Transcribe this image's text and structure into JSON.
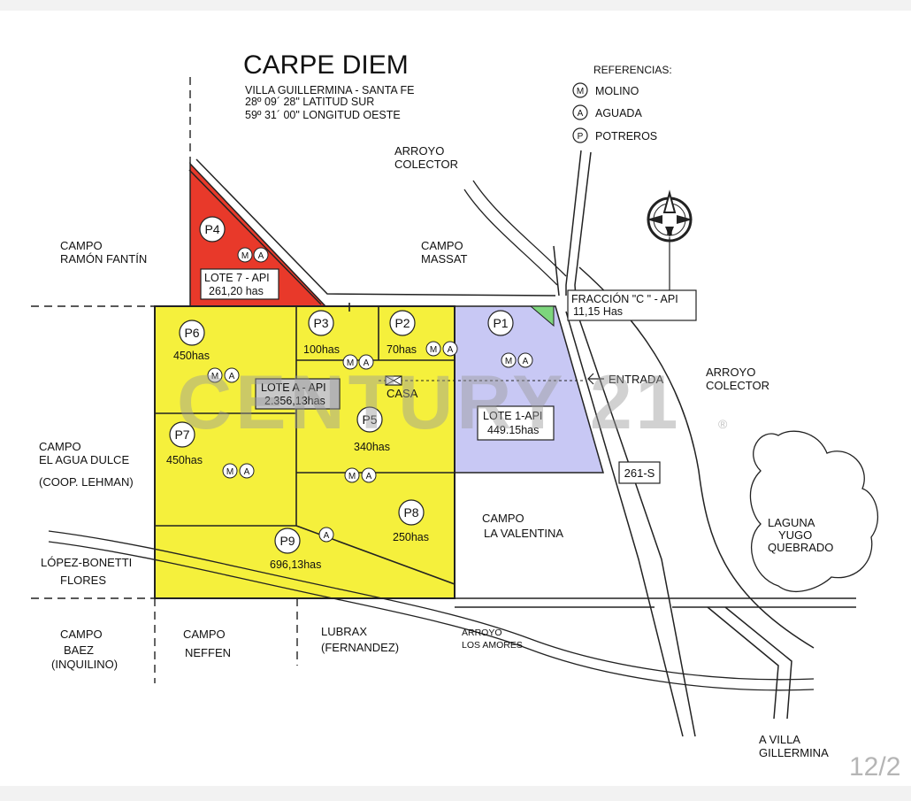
{
  "title": "CARPE DIEM",
  "location": {
    "line1": "VILLA GUILLERMINA - SANTA FE",
    "line2": "28º 09´ 28\"  LATITUD SUR",
    "line3": "59º 31´ 00\"  LONGITUD OESTE"
  },
  "references": {
    "heading": "REFERENCIAS:",
    "items": [
      {
        "symbol": "M",
        "label": "MOLINO"
      },
      {
        "symbol": "A",
        "label": "AGUADA"
      },
      {
        "symbol": "P",
        "label": "POTREROS"
      }
    ]
  },
  "compass_letter": "N",
  "watermark": "CENTURY 21",
  "watermark_mark": "®",
  "page_counter": "12/2",
  "colors": {
    "red_lot": "#e8392a",
    "yellow_lot": "#f5f03c",
    "blue_lot": "#c8c8f4",
    "green_lot": "#7dd67d"
  },
  "neighbors": {
    "ramon_fantin": [
      "CAMPO",
      "RAMÓN FANTÍN"
    ],
    "massat": [
      "CAMPO",
      "MASSAT"
    ],
    "agua_dulce": [
      "CAMPO",
      "EL AGUA DULCE",
      "(COOP. LEHMAN)"
    ],
    "lopez": [
      "LÓPEZ-BONETTI",
      "FLORES"
    ],
    "baez": [
      "CAMPO",
      "BAEZ",
      "(INQUILINO)"
    ],
    "neffen": [
      "CAMPO",
      "NEFFEN"
    ],
    "lubrax": [
      "LUBRAX",
      "(FERNANDEZ)"
    ],
    "valentina": [
      "CAMPO",
      "LA VALENTINA"
    ],
    "laguna": [
      "LAGUNA",
      "YUGO",
      "QUEBRADO"
    ],
    "villa": [
      "A VILLA",
      "GILLERMINA"
    ]
  },
  "waterways": {
    "arroyo_top": [
      "ARROYO",
      "COLECTOR"
    ],
    "arroyo_right": [
      "ARROYO",
      "COLECTOR"
    ],
    "amores": [
      "ARROYO",
      "LOS AMORES"
    ]
  },
  "road_label": "261-S",
  "entrance_label": "ENTRADA",
  "house_label": "CASA",
  "lots": {
    "lote7": [
      "LOTE 7 - API",
      "261,20 has"
    ],
    "loteA": [
      "LOTE A - API",
      "2.356,13has"
    ],
    "lote1": [
      "LOTE 1-API",
      "449.15has"
    ],
    "fraccionC": [
      "FRACCIÓN \"C \" - API",
      "11,15 Has"
    ]
  },
  "paddocks": [
    {
      "id": "P4",
      "area": ""
    },
    {
      "id": "P6",
      "area": "450has"
    },
    {
      "id": "P3",
      "area": "100has"
    },
    {
      "id": "P2",
      "area": "70has"
    },
    {
      "id": "P1",
      "area": ""
    },
    {
      "id": "P5",
      "area": "340has"
    },
    {
      "id": "P7",
      "area": "450has"
    },
    {
      "id": "P8",
      "area": "250has"
    },
    {
      "id": "P9",
      "area": "696,13has"
    }
  ]
}
